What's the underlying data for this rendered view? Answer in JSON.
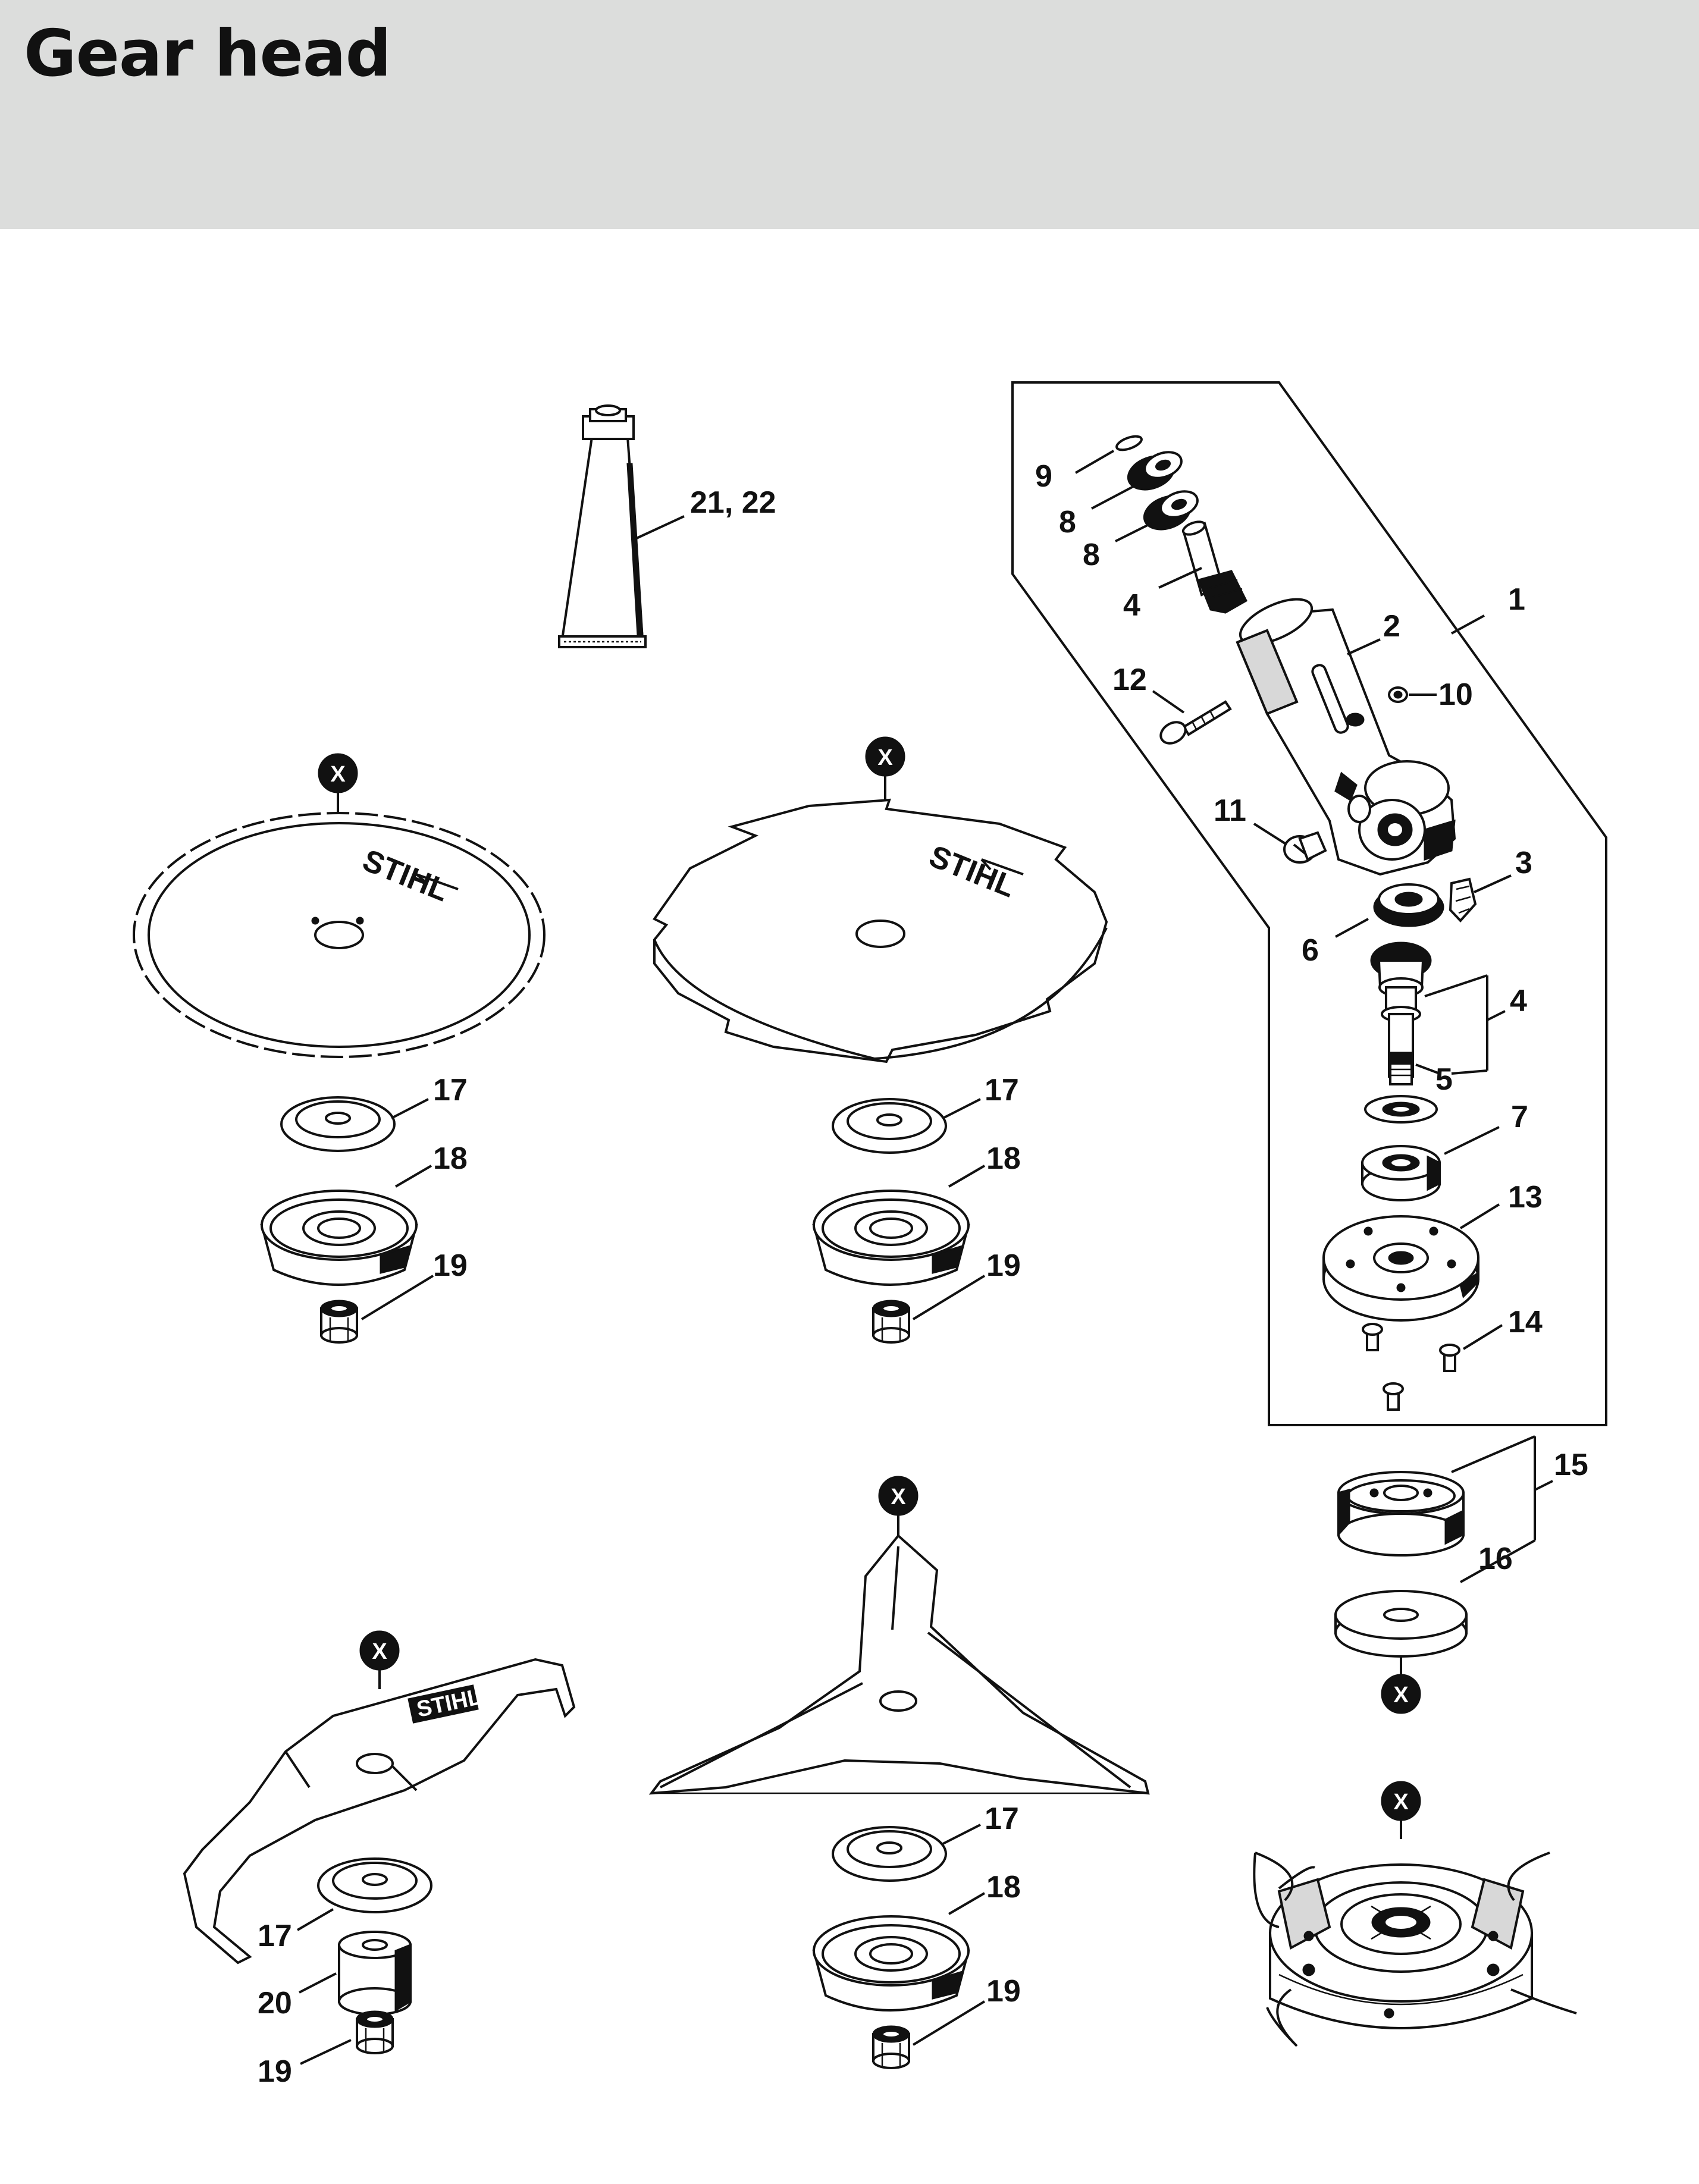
{
  "header": {
    "title": "Gear head"
  },
  "callouts": {
    "c1": "1",
    "c2": "2",
    "c3": "3",
    "c4a": "4",
    "c4b": "4",
    "c5": "5",
    "c6": "6",
    "c7": "7",
    "c8a": "8",
    "c8b": "8",
    "c9": "9",
    "c10": "10",
    "c11": "11",
    "c12": "12",
    "c13": "13",
    "c14": "14",
    "c15": "15",
    "c16": "16",
    "c17a": "17",
    "c17b": "17",
    "c17c": "17",
    "c17d": "17",
    "c18a": "18",
    "c18b": "18",
    "c18c": "18",
    "c19a": "19",
    "c19b": "19",
    "c19c": "19",
    "c19d": "19",
    "c20": "20",
    "c2122": "21, 22"
  },
  "x_marker": "X",
  "brand_mark": "STIHL"
}
